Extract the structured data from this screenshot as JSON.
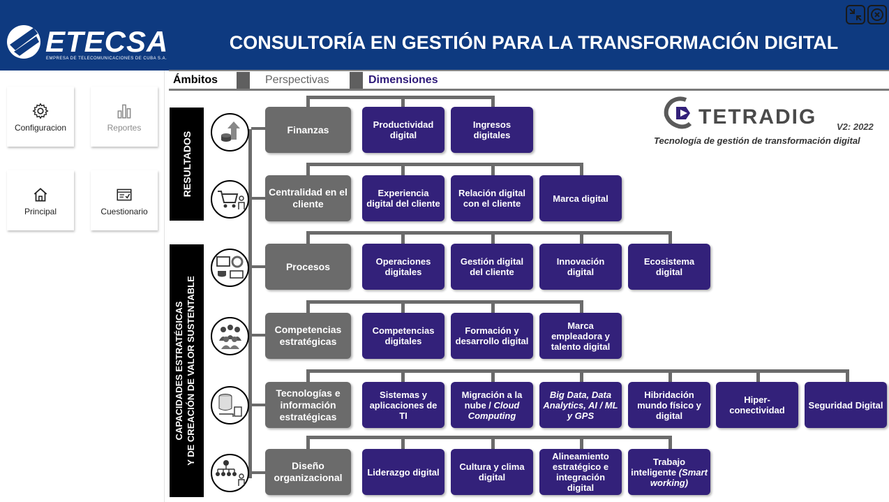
{
  "header": {
    "brand": "ETECSA",
    "brand_tagline": "EMPRESA DE TELECOMUNICACIONES DE CUBA S.A.",
    "title": "CONSULTORÍA EN GESTIÓN PARA LA TRANSFORMACIÓN DIGITAL",
    "restore_icon": "restore-window-icon",
    "close_icon": "close-icon"
  },
  "sidebar": {
    "items": [
      {
        "label": "Configuracion",
        "icon": "gear-icon",
        "enabled": true
      },
      {
        "label": "Reportes",
        "icon": "bar-chart-icon",
        "enabled": false
      },
      {
        "label": "Principal",
        "icon": "home-icon",
        "enabled": true
      },
      {
        "label": "Cuestionario",
        "icon": "questionnaire-icon",
        "enabled": true
      }
    ]
  },
  "tabs": {
    "ambitos": "Ámbitos",
    "perspectivas": "Perspectivas",
    "dimensiones": "Dimensiones"
  },
  "groups": {
    "resultados": "RESULTADOS",
    "capacidades_line1": "CAPACIDADES ESTRATÉGICAS",
    "capacidades_line2": "Y DE CREACIÓN DE VALOR SUSTENTABLE"
  },
  "tetradig": {
    "name": "TETRADIG",
    "version": "V2: 2022",
    "tagline": "Tecnología de gestión de transformación digital"
  },
  "ambitos": [
    {
      "label": "Finanzas",
      "icon": "finance-icon",
      "dimensions": [
        {
          "label": "Productividad digital"
        },
        {
          "label": "Ingresos digitales"
        }
      ]
    },
    {
      "label": "Centralidad en el cliente",
      "icon": "shopping-cart-icon",
      "dimensions": [
        {
          "label": "Experiencia digital del cliente"
        },
        {
          "label": "Relación digital con el cliente"
        },
        {
          "label": "Marca digital"
        }
      ]
    },
    {
      "label": "Procesos",
      "icon": "processes-icon",
      "dimensions": [
        {
          "label": "Operaciones digitales"
        },
        {
          "label": "Gestión digital del cliente"
        },
        {
          "label": "Innovación digital"
        },
        {
          "label": "Ecosistema digital"
        }
      ]
    },
    {
      "label": "Competencias estratégicas",
      "icon": "people-group-icon",
      "dimensions": [
        {
          "label": "Competencias digitales"
        },
        {
          "label": "Formación y desarrollo digital"
        },
        {
          "label": "Marca empleadora y talento digital"
        }
      ]
    },
    {
      "label": "Tecnologías e información estratégicas",
      "icon": "database-icon",
      "dimensions": [
        {
          "label": "Sistemas y aplicaciones de TI"
        },
        {
          "label": "Migración a la nube / Cloud Computing"
        },
        {
          "label": "Big Data, Data Analytics, AI / ML y GPS"
        },
        {
          "label": "Hibridación mundo físico y digital"
        },
        {
          "label": "Hiper- conectividad"
        },
        {
          "label": "Seguridad Digital"
        }
      ]
    },
    {
      "label": "Diseño organizacional",
      "icon": "org-chart-icon",
      "dimensions": [
        {
          "label": "Liderazgo digital"
        },
        {
          "label": "Cultura y clima digital"
        },
        {
          "label": "Alineamiento estratégico e integración digital"
        },
        {
          "label": "Trabajo inteligente (Smart working)"
        }
      ]
    }
  ]
}
